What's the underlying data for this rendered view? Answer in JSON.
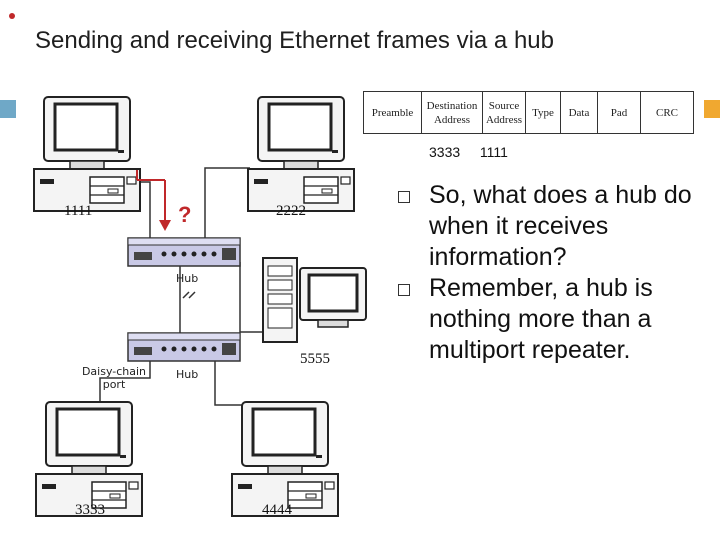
{
  "slide": {
    "title": "Sending and receiving Ethernet frames via a hub"
  },
  "frame_format": {
    "fields": [
      "Preamble",
      "Destination\nAddress",
      "Source\nAddress",
      "Type",
      "Data",
      "Pad",
      "CRC"
    ]
  },
  "frame_addresses": "3333  1111",
  "bullets": [
    "So, what does a hub do when it receives information?",
    "Remember, a hub is nothing more than a multiport repeater."
  ],
  "network": {
    "pc_top_left": "1111",
    "pc_top_right": "2222",
    "server": "5555",
    "pc_bottom_left": "3333",
    "pc_bottom_right": "4444",
    "hub_top_label": "Hub",
    "hub_bottom_label": "Hub",
    "daisy_chain_label": "Daisy-chain\nport",
    "question_mark": "?"
  },
  "colors": {
    "bullet_dot": "#c0282a",
    "accent_left": "#6fa8c7",
    "accent_right": "#f0a830",
    "arrow": "#c0282a"
  }
}
